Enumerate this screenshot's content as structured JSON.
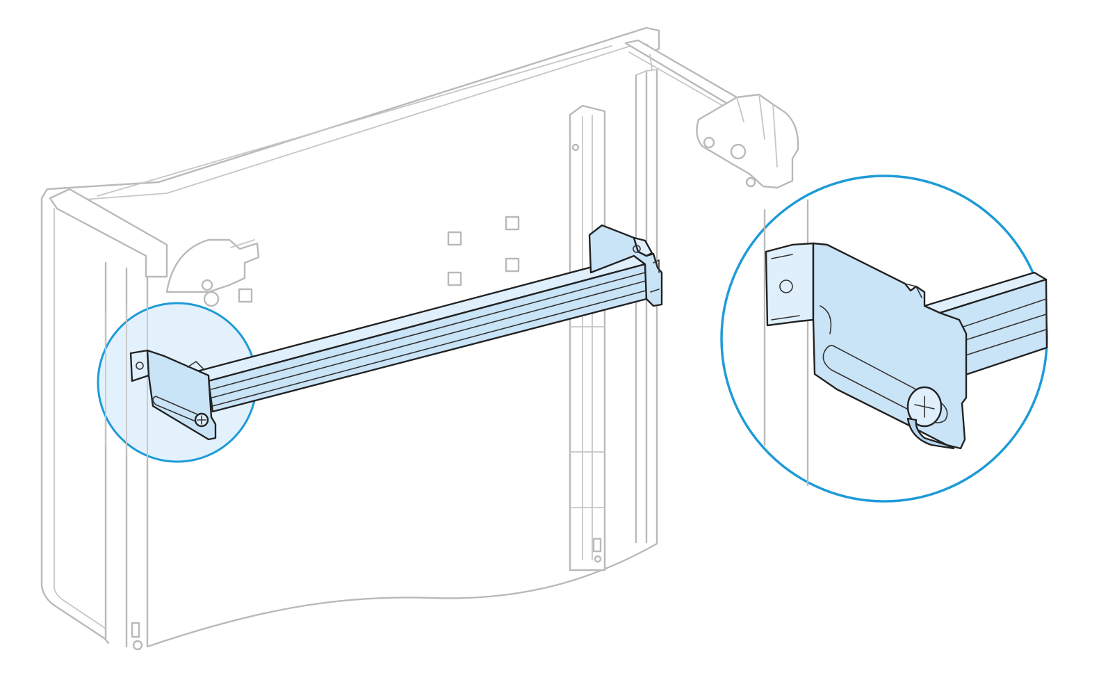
{
  "illustration": {
    "subject": "enclosure-with-din-rail-mounting",
    "colors": {
      "background": "#ffffff",
      "enclosure_line": "#b9b9b9",
      "part_outline": "#222222",
      "part_fill": "#c9e3f7",
      "part_fill_light": "#dfeffb",
      "callout_ring": "#1e9bd7",
      "callout_fill": "#e3f1fc"
    },
    "callouts": [
      {
        "role": "source-area"
      },
      {
        "role": "detail-zoom"
      }
    ]
  }
}
